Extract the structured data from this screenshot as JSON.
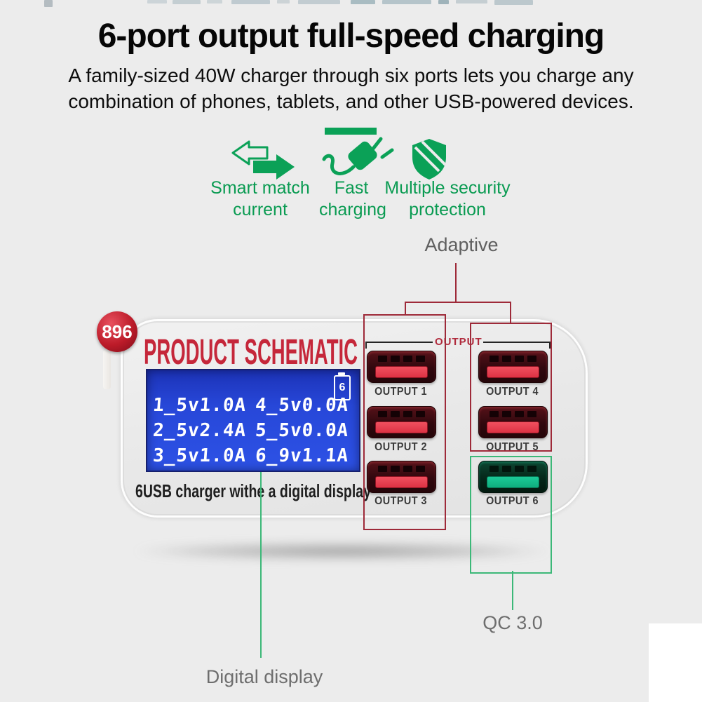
{
  "header": {
    "title": "6-port output full-speed charging",
    "subtitle_line1": "A family-sized 40W charger through six ports lets you charge any",
    "subtitle_line2": "combination of phones, tablets, and other USB-powered devices."
  },
  "features": {
    "accent_color": "#0ba157",
    "items": [
      {
        "icon": "smart-match-arrows-icon",
        "line1": "Smart match",
        "line2": "current"
      },
      {
        "icon": "fast-charging-plug-icon",
        "line1": "Fast",
        "line2": "charging"
      },
      {
        "icon": "security-shield-icon",
        "line1": "Multiple security",
        "line2": "protection"
      }
    ]
  },
  "annotations": {
    "adaptive_label": "Adaptive",
    "qc_label": "QC 3.0",
    "digital_display_label": "Digital display",
    "red_color": "#9e2a39",
    "green_color": "#3cb878"
  },
  "charger": {
    "badge": "896",
    "title": "PRODUCT SCHEMATIC",
    "caption": "6USB charger withe a digital display",
    "output_bracket_label": "OUTPUT",
    "lcd": {
      "battery_indicator": "6",
      "rows": [
        {
          "left": "1_5v1.0A",
          "right": "4_5v0.0A"
        },
        {
          "left": "2_5v2.4A",
          "right": "5_5v0.0A"
        },
        {
          "left": "3_5v1.0A",
          "right": "6_9v1.1A"
        }
      ]
    },
    "ports": [
      {
        "label": "OUTPUT 1",
        "color": "red"
      },
      {
        "label": "OUTPUT 2",
        "color": "red"
      },
      {
        "label": "OUTPUT 3",
        "color": "red"
      },
      {
        "label": "OUTPUT 4",
        "color": "red"
      },
      {
        "label": "OUTPUT 5",
        "color": "red"
      },
      {
        "label": "OUTPUT 6",
        "color": "teal"
      }
    ]
  }
}
